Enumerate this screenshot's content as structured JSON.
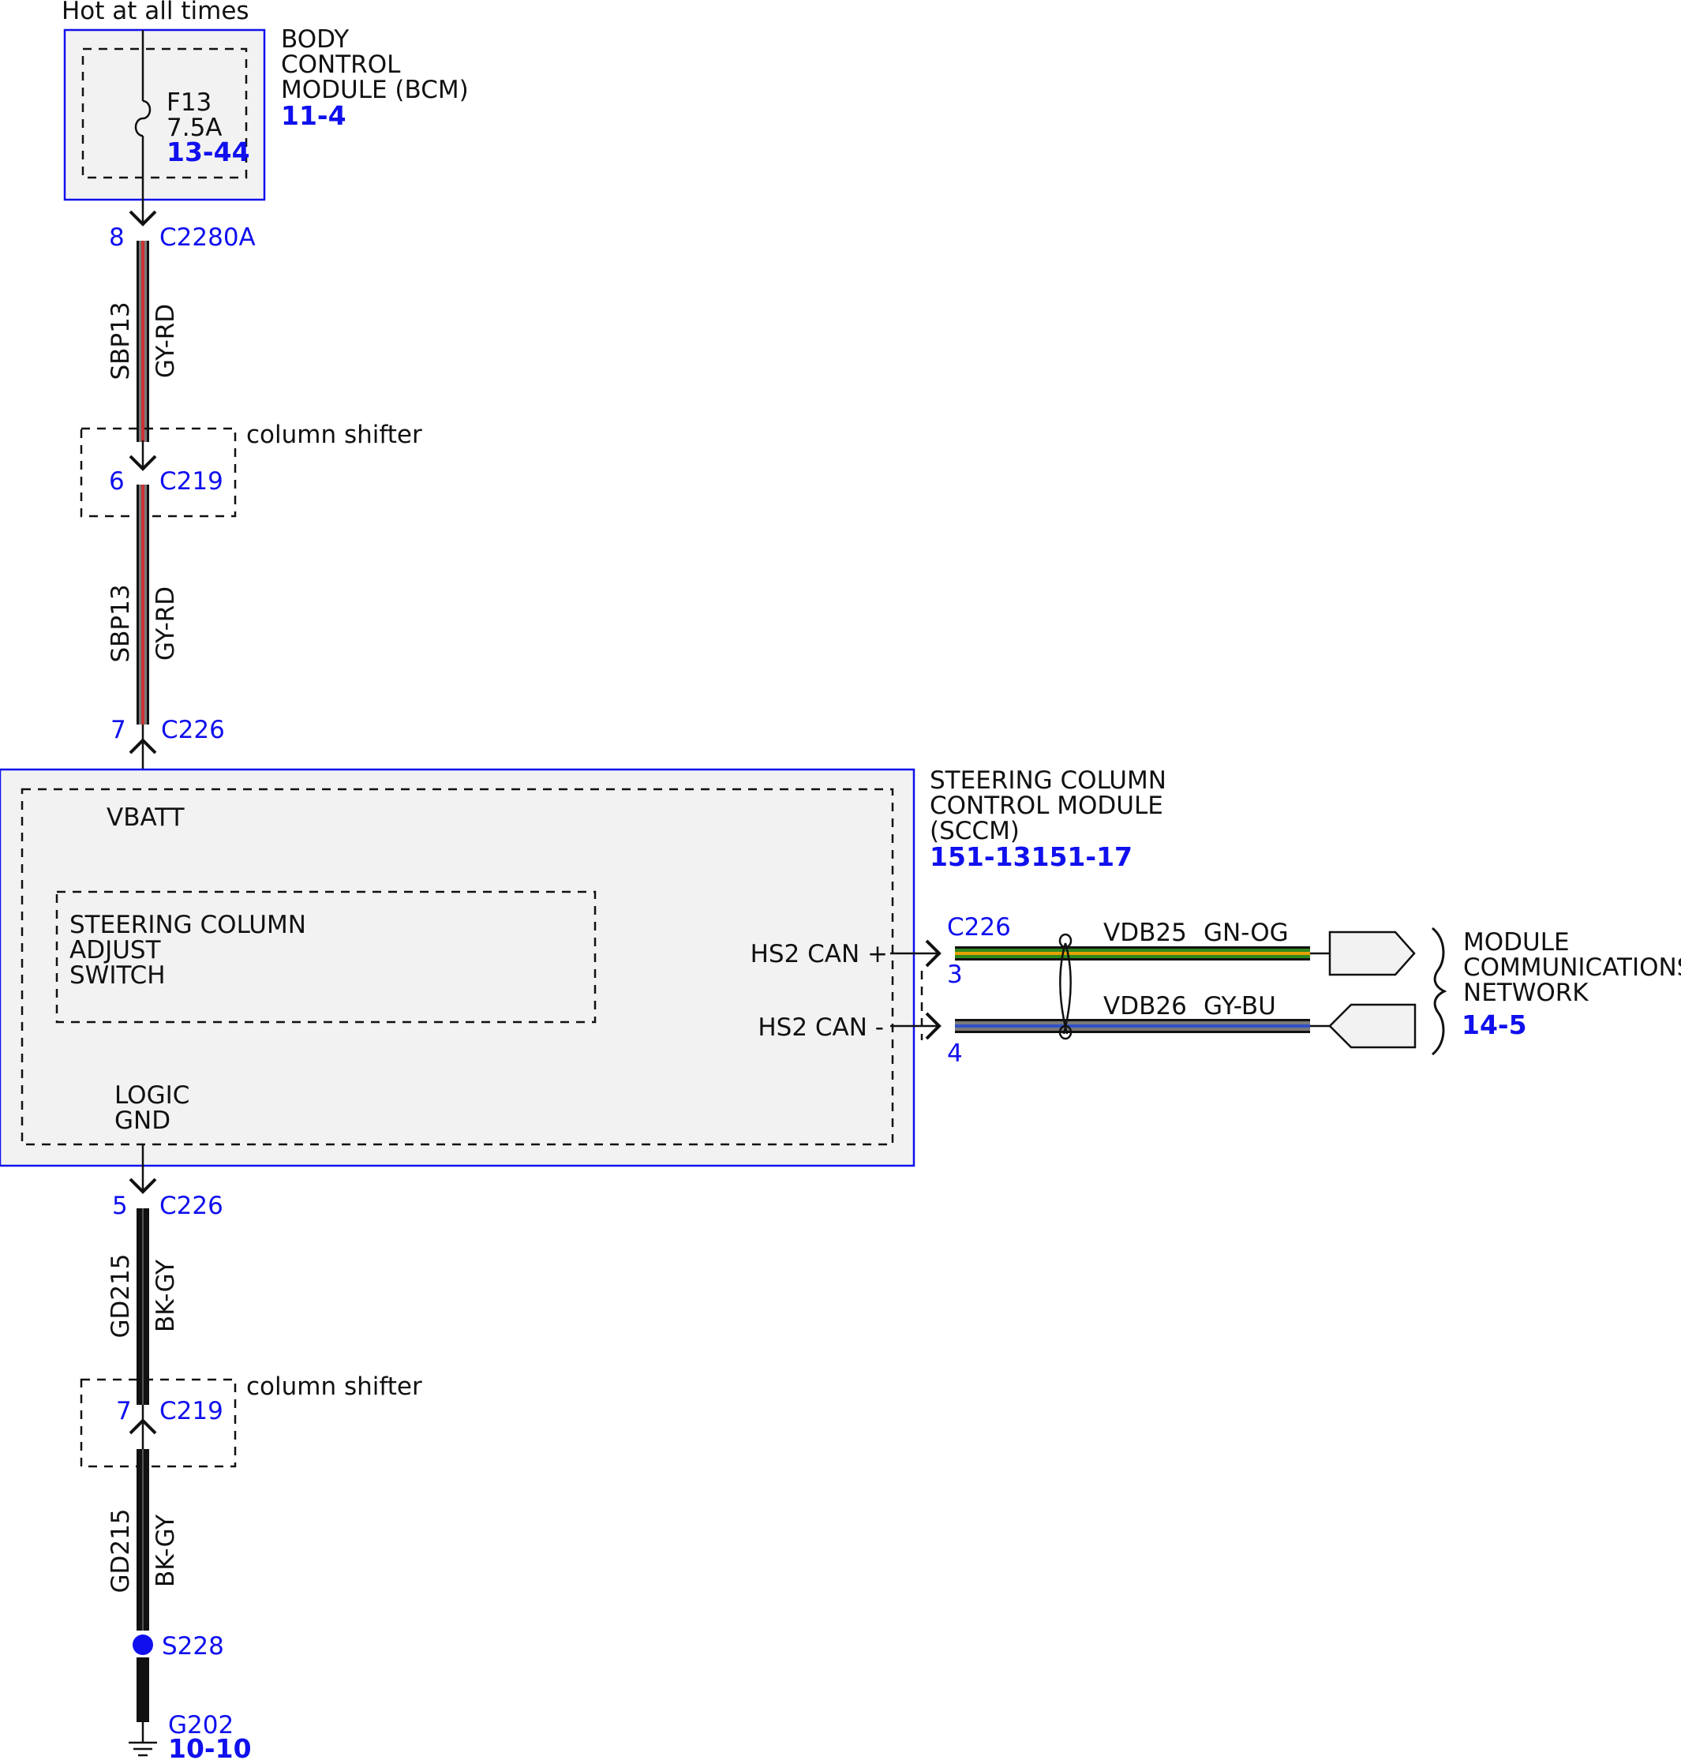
{
  "header": {
    "power_label": "Hot at all times"
  },
  "bcm": {
    "name_lines": [
      "BODY",
      "CONTROL",
      "MODULE (BCM)"
    ],
    "ref": "11-4",
    "fuse": {
      "id": "F13",
      "rating": "7.5A",
      "ref": "13-44"
    }
  },
  "connectors": {
    "c2280a_pin": "8",
    "c2280a": "C2280A",
    "c219_top_pin": "6",
    "c219_top": "C219",
    "c226_top_pin": "7",
    "c226_top": "C226",
    "c226_right": "C226",
    "c226_pin3": "3",
    "c226_pin4": "4",
    "c226_bottom_pin": "5",
    "c226_bottom": "C226",
    "c219_bottom_pin": "7",
    "c219_bottom": "C219"
  },
  "locations": {
    "column_shifter_top": "column shifter",
    "column_shifter_bottom": "column shifter"
  },
  "wires": {
    "upper1": {
      "circuit": "SBP13",
      "color": "GY-RD"
    },
    "upper2": {
      "circuit": "SBP13",
      "color": "GY-RD"
    },
    "lower1": {
      "circuit": "GD215",
      "color": "BK-GY"
    },
    "lower2": {
      "circuit": "GD215",
      "color": "BK-GY"
    },
    "can_hi": {
      "circuit": "VDB25",
      "color": "GN-OG"
    },
    "can_lo": {
      "circuit": "VDB26",
      "color": "GY-BU"
    }
  },
  "sccm": {
    "name_lines": [
      "STEERING COLUMN",
      "CONTROL MODULE",
      "(SCCM)"
    ],
    "ref": "151-13151-17",
    "vbatt": "VBATT",
    "logic_gnd": [
      "LOGIC",
      "GND"
    ],
    "switch_lines": [
      "STEERING COLUMN",
      "ADJUST",
      "SWITCH"
    ],
    "hs2_can_plus": "HS2 CAN +",
    "hs2_can_minus": "HS2 CAN -"
  },
  "network": {
    "name_lines": [
      "MODULE",
      "COMMUNICATIONS",
      "NETWORK"
    ],
    "ref": "14-5"
  },
  "splice": {
    "id": "S228"
  },
  "ground": {
    "id": "G202",
    "ref": "10-10"
  },
  "colors": {
    "ref_blue": "#1010ee",
    "module_fill": "#f2f2f2",
    "wire_gray": "#7a7a7a",
    "wire_red": "#cc3333",
    "wire_green": "#2f8a1e",
    "wire_orange": "#e6a100",
    "wire_blue": "#3050c8",
    "wire_black": "#111111"
  }
}
